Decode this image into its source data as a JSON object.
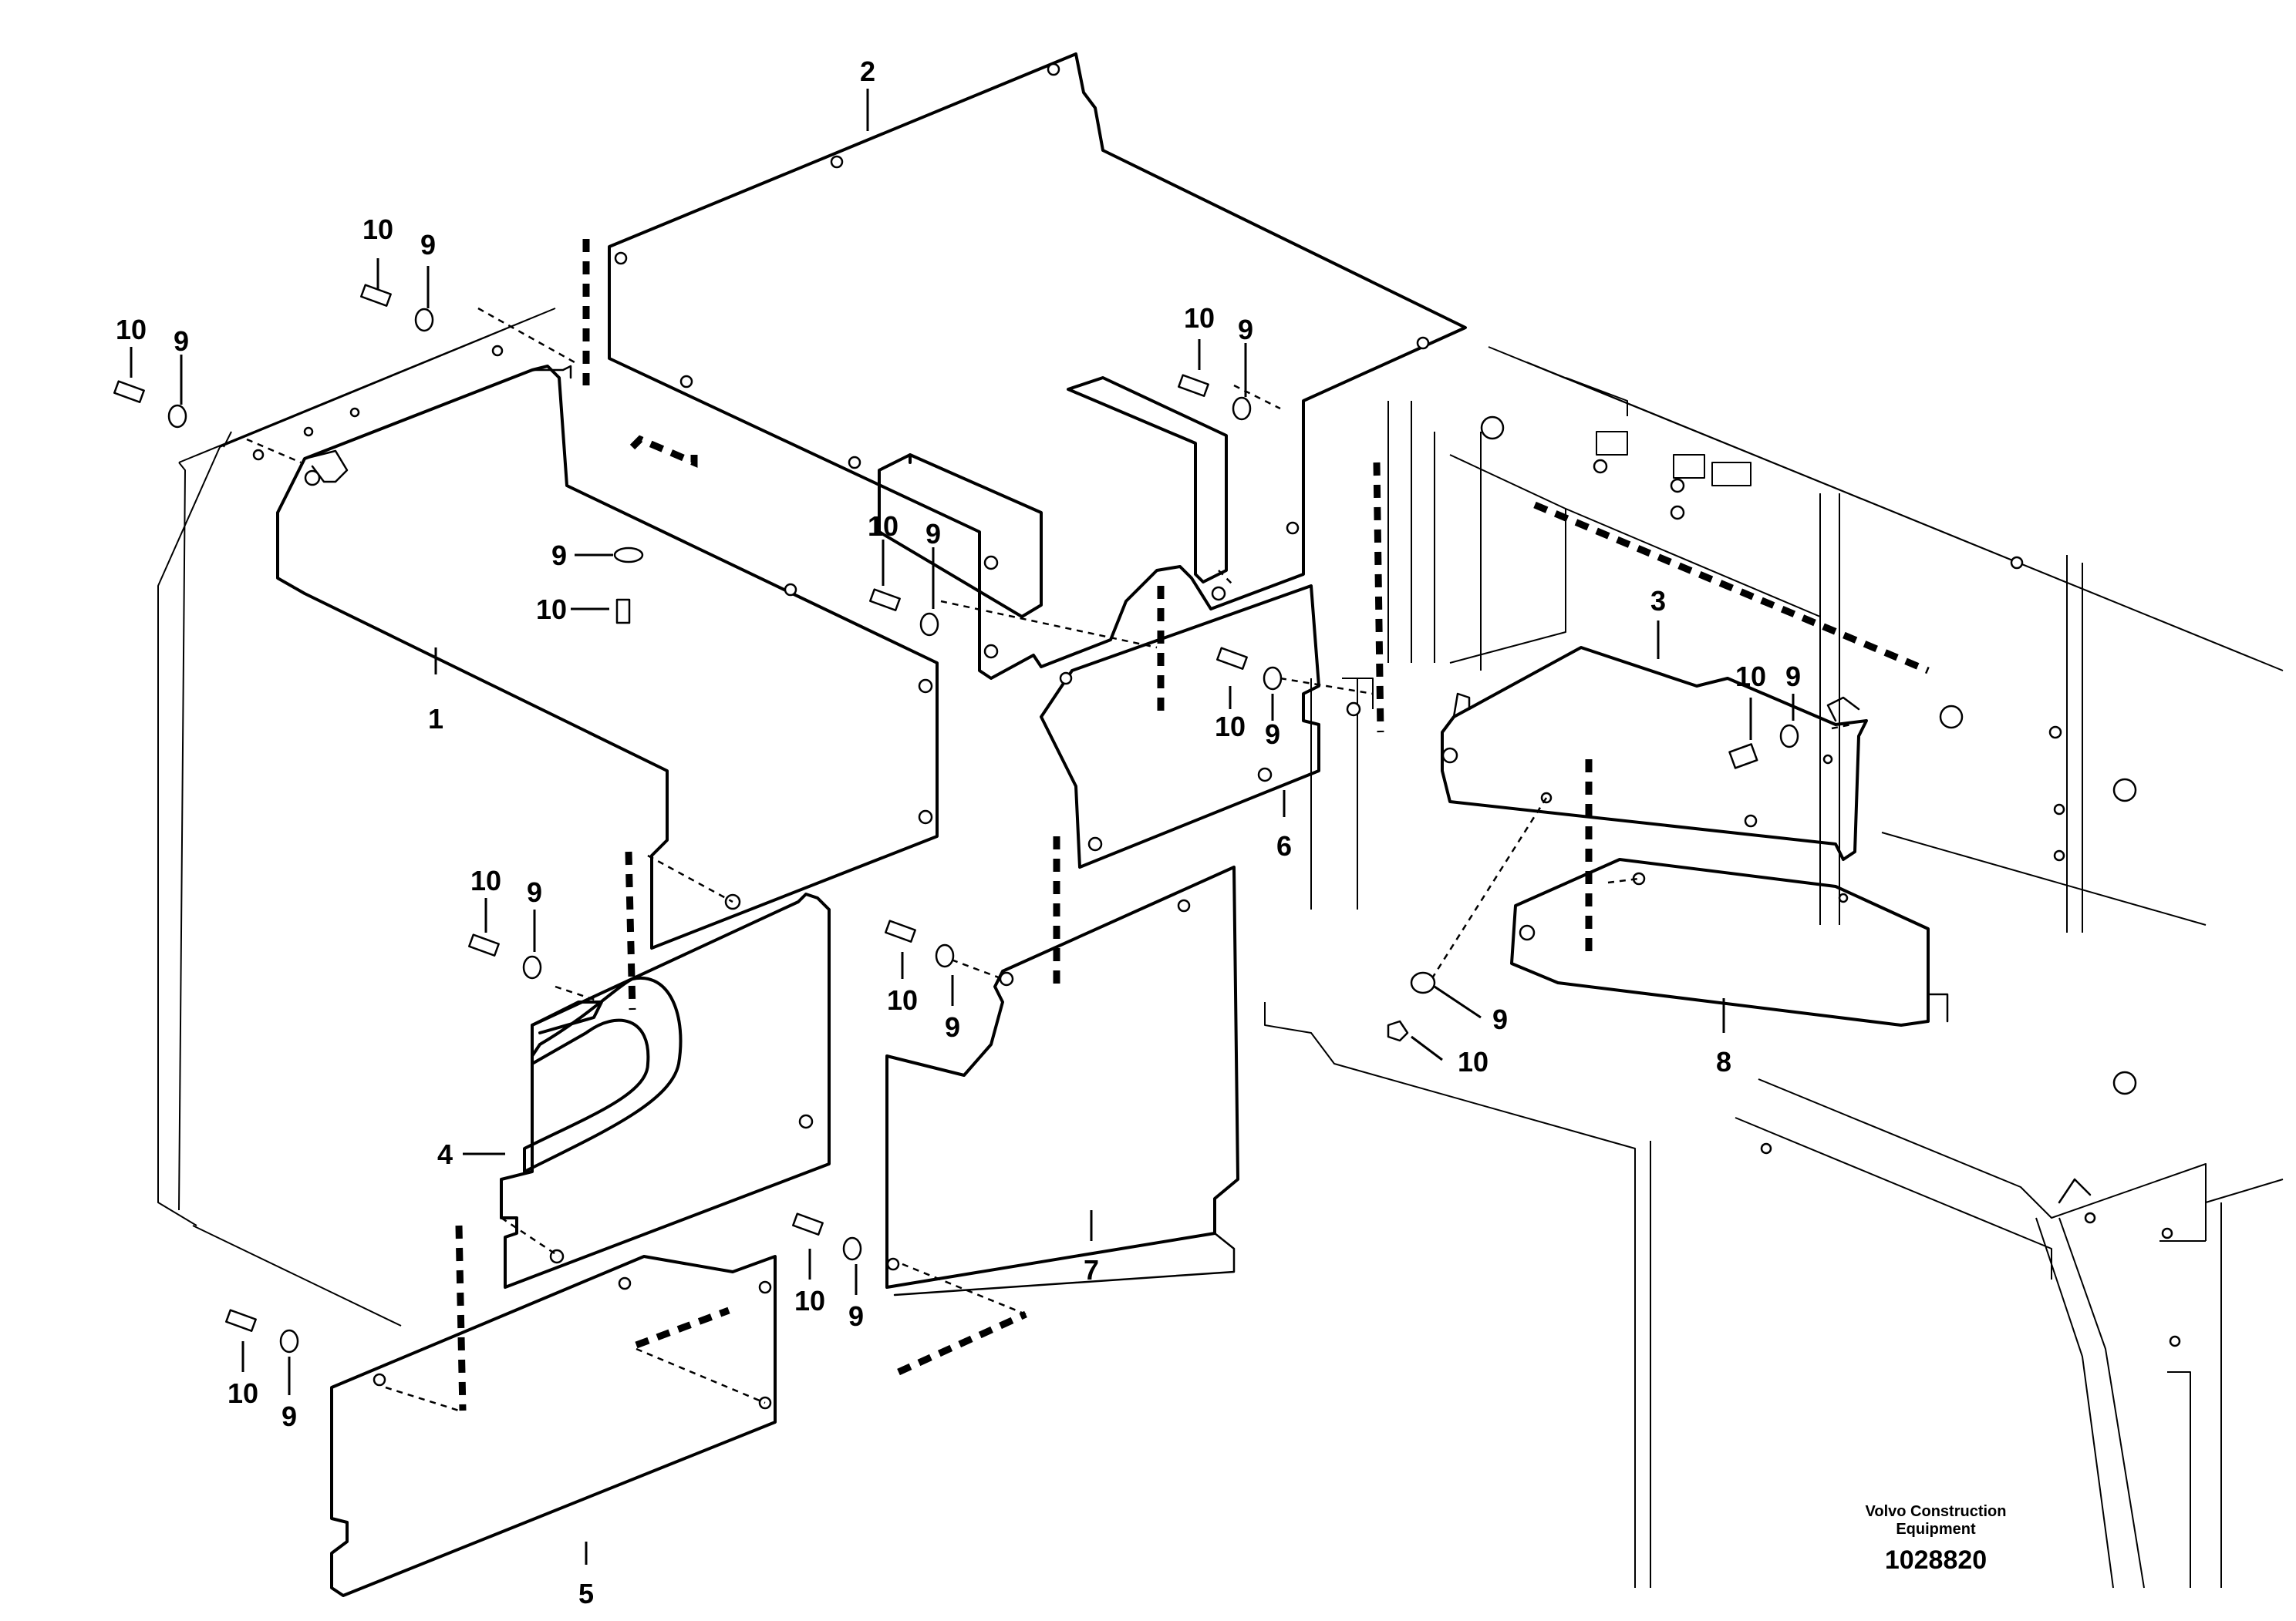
{
  "callouts": {
    "cover_1": "1",
    "cover_2": "2",
    "bracket_3": "3",
    "plate_4": "4",
    "cover_5": "5",
    "plate_6": "6",
    "cover_7": "7",
    "bracket_8": "8",
    "washer": "9",
    "screw": "10"
  },
  "footer": {
    "brand_line1": "Volvo Construction",
    "brand_line2": "Equipment",
    "drawing_number": "1028820"
  }
}
